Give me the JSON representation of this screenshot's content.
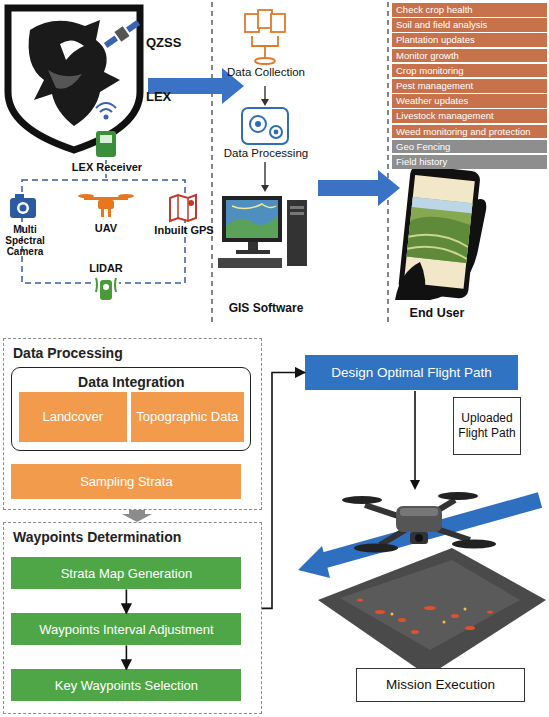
{
  "diagram": {
    "nodes": [
      {
        "text": [
          "Check crop health"
        ]
      },
      {
        "text": [
          "Soil and field analysis"
        ]
      },
      {
        "text": [
          "Plantation updates"
        ]
      },
      {
        "text": [
          "Monitor growth"
        ]
      },
      {
        "text": [
          "Crop monitoring"
        ]
      },
      {
        "text": [
          "Pest management"
        ]
      },
      {
        "text": [
          "Weather updates"
        ]
      },
      {
        "text": [
          "Livestock management"
        ]
      },
      {
        "text": [
          "Weed monitoring and protection"
        ]
      },
      {
        "text": [
          "Geo Fencing"
        ]
      },
      {
        "text": [
          "Field history"
        ]
      },
      {
        "text": [
          "Data Processing"
        ]
      },
      {
        "text": [
          "Data Integration"
        ],
        "in": 11
      },
      {
        "text": [
          "Landcover"
        ],
        "in": 12
      },
      {
        "text": [
          "Topographic Data"
        ],
        "in": 12
      },
      {
        "text": [
          "Sampling Strata"
        ],
        "in": 11
      },
      {
        "text": [
          "Waypoints Determination"
        ]
      },
      {
        "text": [
          "Strata Map Generation"
        ],
        "in": 16
      },
      {
        "text": [
          "Waypoints Interval Adjustment"
        ],
        "in": 16
      },
      {
        "text": [
          "Key Waypoints Selection"
        ],
        "in": 16
      },
      {
        "text": [
          "Design Optimal Flight Path"
        ]
      },
      {
        "text": [
          "Uploaded Flight Path"
        ]
      },
      {
        "text": [
          "Mission Execution"
        ]
      }
    ],
    "edges": [
      {
        "from": 11,
        "to": 16,
        "arrow": "to"
      },
      {
        "from": 17,
        "to": 18,
        "arrow": "to"
      },
      {
        "from": 18,
        "to": 19,
        "arrow": "to"
      },
      {
        "from": 16,
        "to": 20,
        "arrow": "to"
      }
    ],
    "labels": [
      "QZSS",
      "LEX",
      "LEX Receiver",
      "Multi Spectral Camera",
      "UAV",
      "Inbuilt GPS",
      "LIDAR",
      "Data Collection",
      "Data Processing",
      "GIS Software",
      "End User"
    ]
  }
}
